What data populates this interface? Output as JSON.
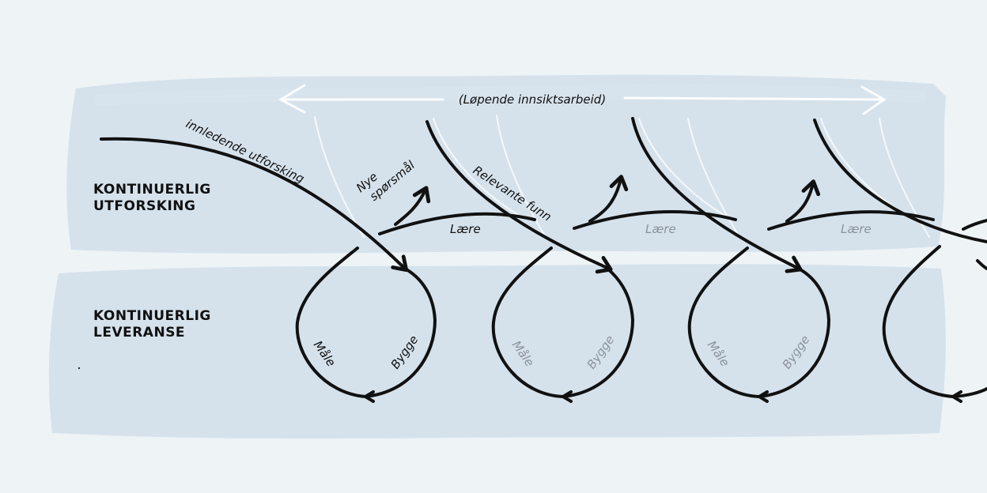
{
  "rows": {
    "top": [
      "KONTINUERLIG",
      "UTFORSKING"
    ],
    "bottom": [
      "KONTINUERLIG",
      "LEVERANSE"
    ]
  },
  "annotations": {
    "insight": "(Løpende innsiktsarbeid)",
    "initial": "innledende utforsking",
    "new_questions_1": "Nye",
    "new_questions_2": "spørsmål",
    "relevant": "Relevante funn",
    "learn": "Lære",
    "measure": "Måle",
    "build": "Bygge"
  }
}
